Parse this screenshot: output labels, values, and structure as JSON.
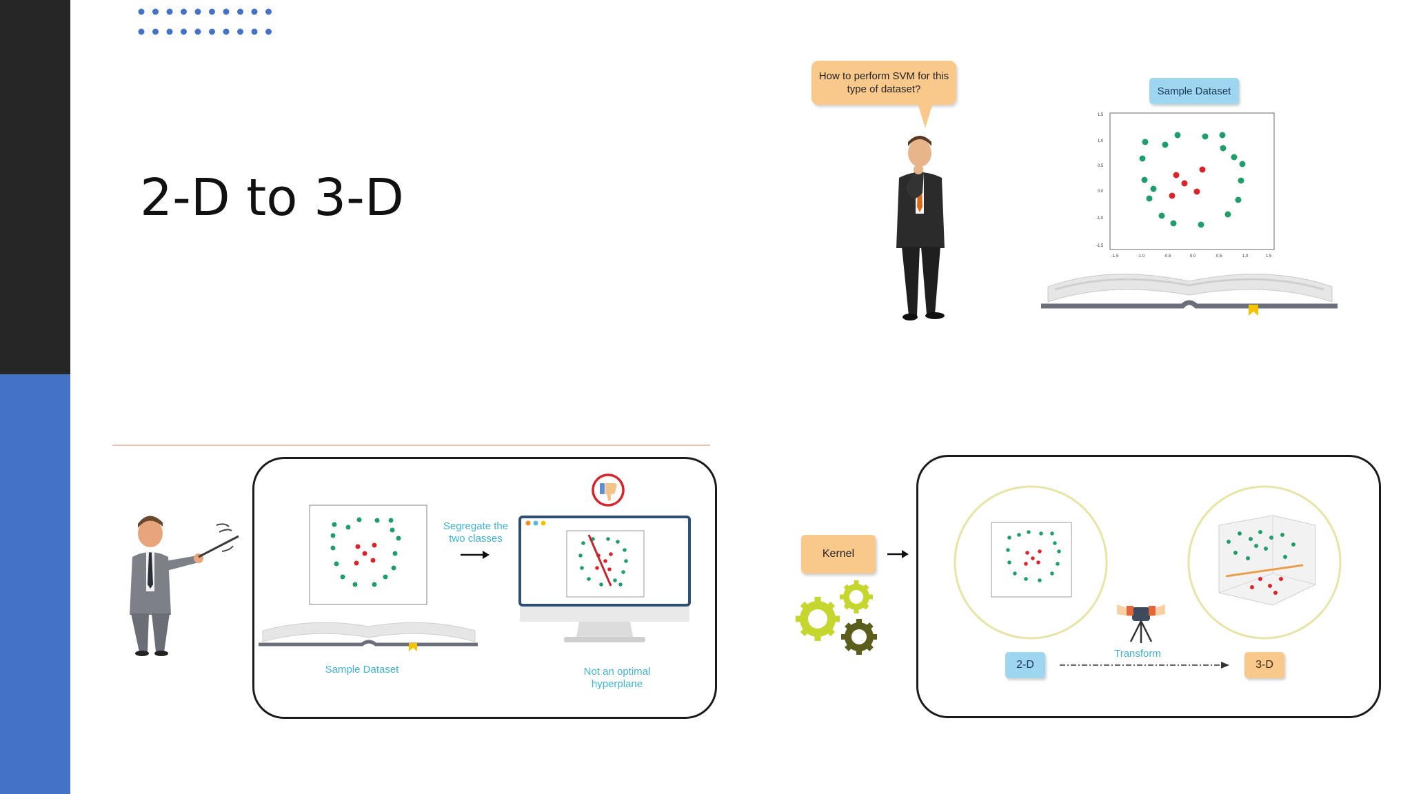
{
  "slide": {
    "title": "2-D to 3-D"
  },
  "top_illustration": {
    "question_bubble": "How to perform SVM for this type of dataset?",
    "dataset_tag": "Sample Dataset",
    "y_ticks": [
      "1.5",
      "1.0",
      "0.5",
      "0.0",
      "-1.0",
      "-1.5"
    ],
    "x_ticks": [
      "-1.5",
      "-1.0",
      "-0.5",
      "0.0",
      "0.5",
      "1.0",
      "1.5"
    ]
  },
  "bottom_left_illustration": {
    "dataset_caption": "Sample Dataset",
    "segregate_caption_line1": "Segregate the",
    "segregate_caption_line2": "two classes",
    "result_caption_line1": "Not an optimal",
    "result_caption_line2": "hyperplane"
  },
  "bottom_right_illustration": {
    "kernel_label": "Kernel",
    "transform_label": "Transform",
    "from_label": "2-D",
    "to_label": "3-D"
  },
  "colors": {
    "sidebar_dark": "#262626",
    "sidebar_accent": "#4472c4",
    "green_class": "#1f9e6a",
    "red_class": "#d9242b",
    "tag_blue": "#9ed6ef",
    "tag_orange": "#f9c98b"
  }
}
